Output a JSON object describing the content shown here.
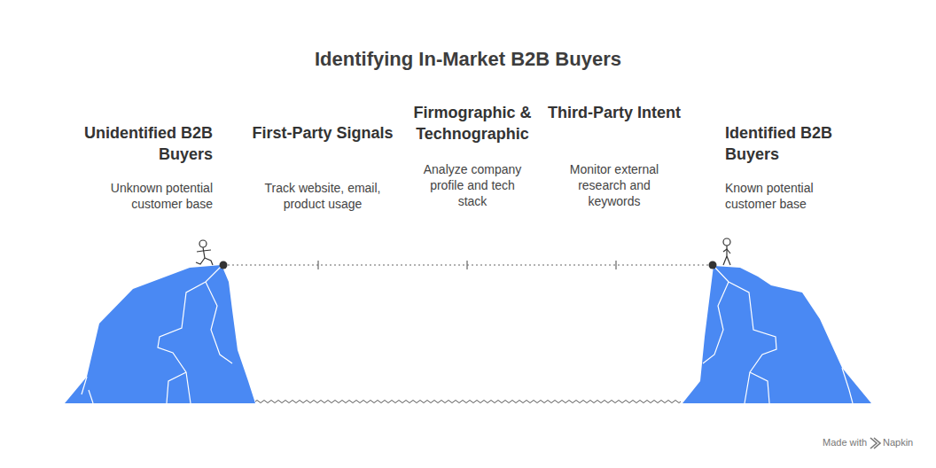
{
  "diagram": {
    "title": "Identifying In-Market B2B Buyers",
    "labels": [
      "Unidentified B2B Buyers",
      "Unknown potential customer base",
      "First-Party Signals",
      "Track website, email, product usage",
      "Firmographic & Technographic",
      "Analyze company profile and tech stack",
      "Third-Party Intent",
      "Monitor external research and keywords",
      "Identified B2B Buyers",
      "Known potential customer base",
      "Made with",
      "Napkin"
    ]
  }
}
